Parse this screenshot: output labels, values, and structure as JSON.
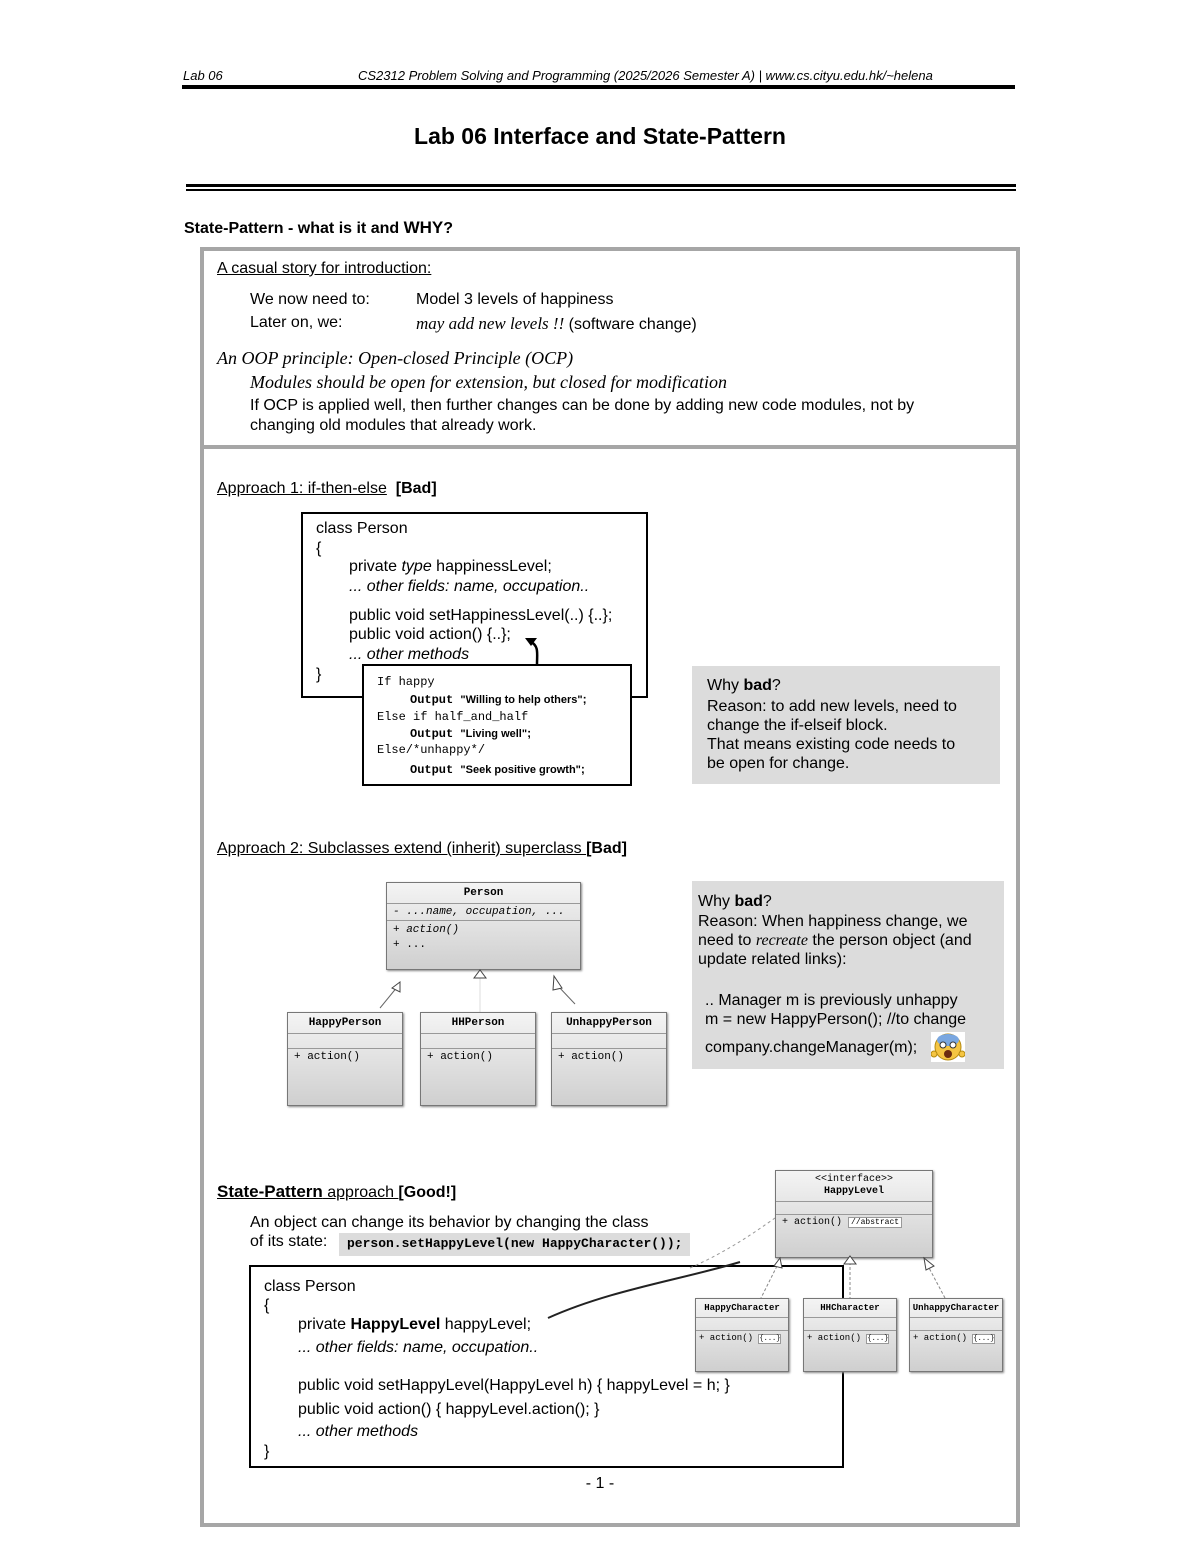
{
  "header": {
    "left": "Lab 06",
    "right": "CS2312 Problem Solving and Programming (2025/2026 Semester A) | www.cs.cityu.edu.hk/~helena"
  },
  "title": "Lab 06 Interface and State-Pattern",
  "section_heading": {
    "main": "State-Pattern - what is it and ",
    "strong": "WHY",
    "end": "?"
  },
  "intro": {
    "heading": "A casual story for introduction:",
    "row1_label": "We now need to:",
    "row1_value": "Model 3 levels of happiness",
    "row2_label": "Later on, we:",
    "row2_value_italic": "may add new levels !!",
    "row2_value_rest": " (software change)",
    "ocp_title": "An OOP principle: Open-closed Principle (OCP)",
    "ocp_def": "Modules should be open for extension, but closed for modification",
    "ocp_note1": "If OCP is applied well, then further changes can be done by adding new code modules, not by",
    "ocp_note2": "changing old modules that already work."
  },
  "approach1": {
    "heading": "Approach 1: if-then-else",
    "tag": "[Bad]",
    "code": {
      "l1": "class Person",
      "l2": "{",
      "l3a": "private ",
      "l3b": "type",
      "l3c": " happinessLevel;",
      "l4": "... other fields: name, occupation..",
      "l5": "public void setHappinessLevel(..) {..};",
      "l6": "public void action() {..};",
      "l7": "... other methods",
      "l8": "}"
    },
    "popup": {
      "p1": "If happy",
      "p2a": "Output ",
      "p2b": "\"Willing to help others\"",
      "p2c": ";",
      "p3": "Else if half_and_half",
      "p4a": "Output ",
      "p4b": "\"Living well\"",
      "p4c": ";",
      "p5": "Else/*unhappy*/",
      "p6a": "Output ",
      "p6b": "\"Seek positive growth\"",
      "p6c": ";"
    },
    "why": {
      "q1": "Why ",
      "q2": "bad",
      "q3": "?",
      "r1": "Reason: to add new levels, need to",
      "r2": "change the if-elseif block.",
      "r3": "That means existing code needs to",
      "r4": "be open for change."
    }
  },
  "approach2": {
    "heading": "Approach 2: Subclasses extend (inherit) superclass ",
    "tag": "[Bad]",
    "uml_parent": {
      "name": "Person",
      "attr": "- ...name, occupation, ...",
      "op1": "+ action()",
      "op2": "+ ..."
    },
    "uml_children": [
      {
        "name": "HappyPerson",
        "op": "+ action()"
      },
      {
        "name": "HHPerson",
        "op": "+ action()"
      },
      {
        "name": "UnhappyPerson",
        "op": "+ action()"
      }
    ],
    "why": {
      "q1": "Why ",
      "q2": "bad",
      "q3": "?",
      "r1": "Reason: When happiness change, we",
      "r2a": "need to ",
      "r2b": "recreate",
      "r2c": " the person object (and",
      "r3": "update related links):",
      "c1": ".. Manager m is previously unhappy",
      "c2": "m = new HappyPerson(); //to change",
      "c3": "company.changeManager(m);"
    }
  },
  "approach3": {
    "heading_bold": "State-Pattern",
    "heading_rest": " approach ",
    "tag": "[Good!]",
    "desc1": "An object can change its behavior by changing the class",
    "desc2": "of its state:",
    "snippet": "person.setHappyLevel(new HappyCharacter());",
    "code": {
      "l1": "class Person",
      "l2": "{",
      "l3a": "private ",
      "l3b": "HappyLevel",
      "l3c": " happyLevel;",
      "l4": "... other fields: name, occupation..",
      "l5": "public void setHappyLevel(HappyLevel h) { happyLevel = h; }",
      "l6": "public void action() { happyLevel.action(); }",
      "l7": "... other methods",
      "l8": "}"
    },
    "uml_interface": {
      "stereo": "<<interface>>",
      "name": "HappyLevel",
      "op": "+ action()",
      "note": "//abstract"
    },
    "uml_children": [
      {
        "name": "HappyCharacter",
        "op": "+ action()",
        "note": "{...}"
      },
      {
        "name": "HHCharacter",
        "op": "+ action()",
        "note": "{...}"
      },
      {
        "name": "UnhappyCharacter",
        "op": "+ action()",
        "note": "{...}"
      }
    ]
  },
  "page_number": "- 1 -"
}
